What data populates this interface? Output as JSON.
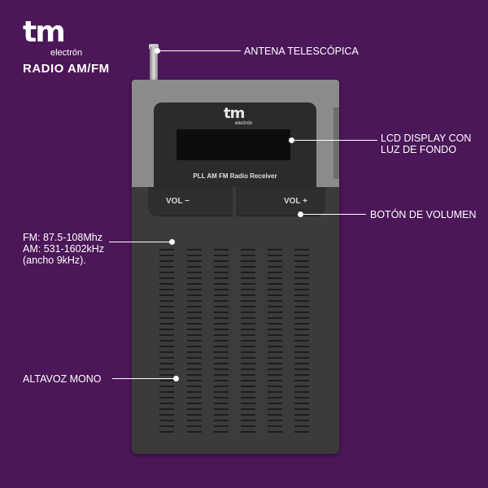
{
  "brand": {
    "logo_main": "tm",
    "logo_sub": "electrón"
  },
  "product_title": "RADIO AM/FM",
  "radio": {
    "receiver_label": "PLL AM FM Radio Receiver",
    "vol_minus_label": "VOL −",
    "vol_plus_label": "VOL +"
  },
  "callouts": {
    "antenna": "ANTENA TELESCÓPICA",
    "lcd_line1": "LCD DISPLAY CON",
    "lcd_line2": "LUZ DE FONDO",
    "volume": "BOTÓN DE VOLUMEN",
    "freq_line1": "FM: 87.5-108Mhz",
    "freq_line2": "AM: 531-1602kHz",
    "freq_line3": "(ancho 9kHz).",
    "speaker": "ALTAVOZ  MONO"
  },
  "colors": {
    "background": "#4b1758",
    "body": "#3b3b3c",
    "top_cap": "#8b8b8b"
  }
}
